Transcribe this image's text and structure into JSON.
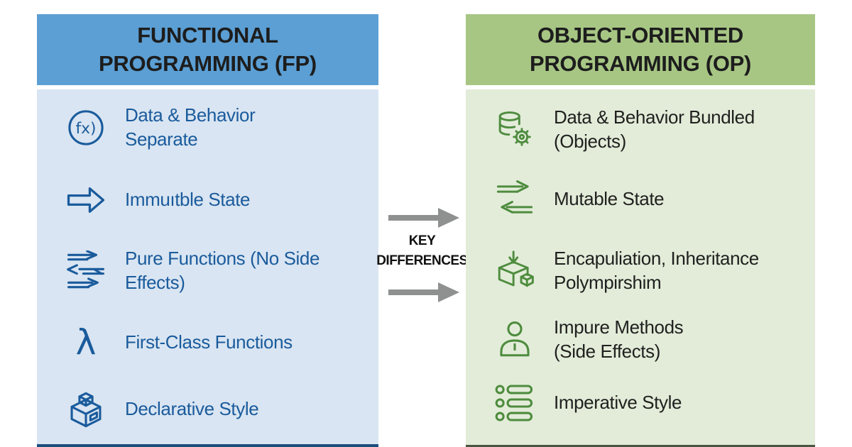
{
  "page": {
    "background": "#ffffff",
    "header_text_color": "#1d1d1d"
  },
  "fp_panel": {
    "title": "FUNCTIONAL\nPROGRAMMING (FP)",
    "header_bg": "#5b9fd4",
    "body_bg": "#d9e5f2",
    "accent_color": "#1a5b9c",
    "items": [
      {
        "icon": "fx-function-icon",
        "icon_text": "fx)",
        "label": "Data & Behavior\nSeparate"
      },
      {
        "icon": "arrow-right-outline-icon",
        "label": "Immuıtble State"
      },
      {
        "icon": "parallel-arrows-icon",
        "label": "Pure Functions (No Side\nEffects)"
      },
      {
        "icon": "lambda-icon",
        "icon_text": "λ",
        "label": "First-Class Functions"
      },
      {
        "icon": "cube-icon",
        "label": "Declarative Style"
      }
    ]
  },
  "key_differences": {
    "label": "KEY\nDIFFERENCES",
    "arrow_color": "#8f9190",
    "text_color": "#111111"
  },
  "oop_panel": {
    "title": "OBJECT-ORIENTED\nPROGRAMMING (OP)",
    "header_bg": "#a7c684",
    "body_bg": "#e3ecd9",
    "accent_color": "#4e8c3e",
    "text_color": "#20211f",
    "items": [
      {
        "icon": "database-gear-icon",
        "label": "Data & Behavior Bundled\n(Objects)"
      },
      {
        "icon": "swap-arrows-icon",
        "label": "Mutable State"
      },
      {
        "icon": "encapsulation-box-icon",
        "label": "Encapuliation, Inheritance\nPolympirshim"
      },
      {
        "icon": "person-icon",
        "label": "Impure Methods\n(Side Effects)"
      },
      {
        "icon": "list-icon",
        "label": "Imperative Style"
      }
    ]
  }
}
